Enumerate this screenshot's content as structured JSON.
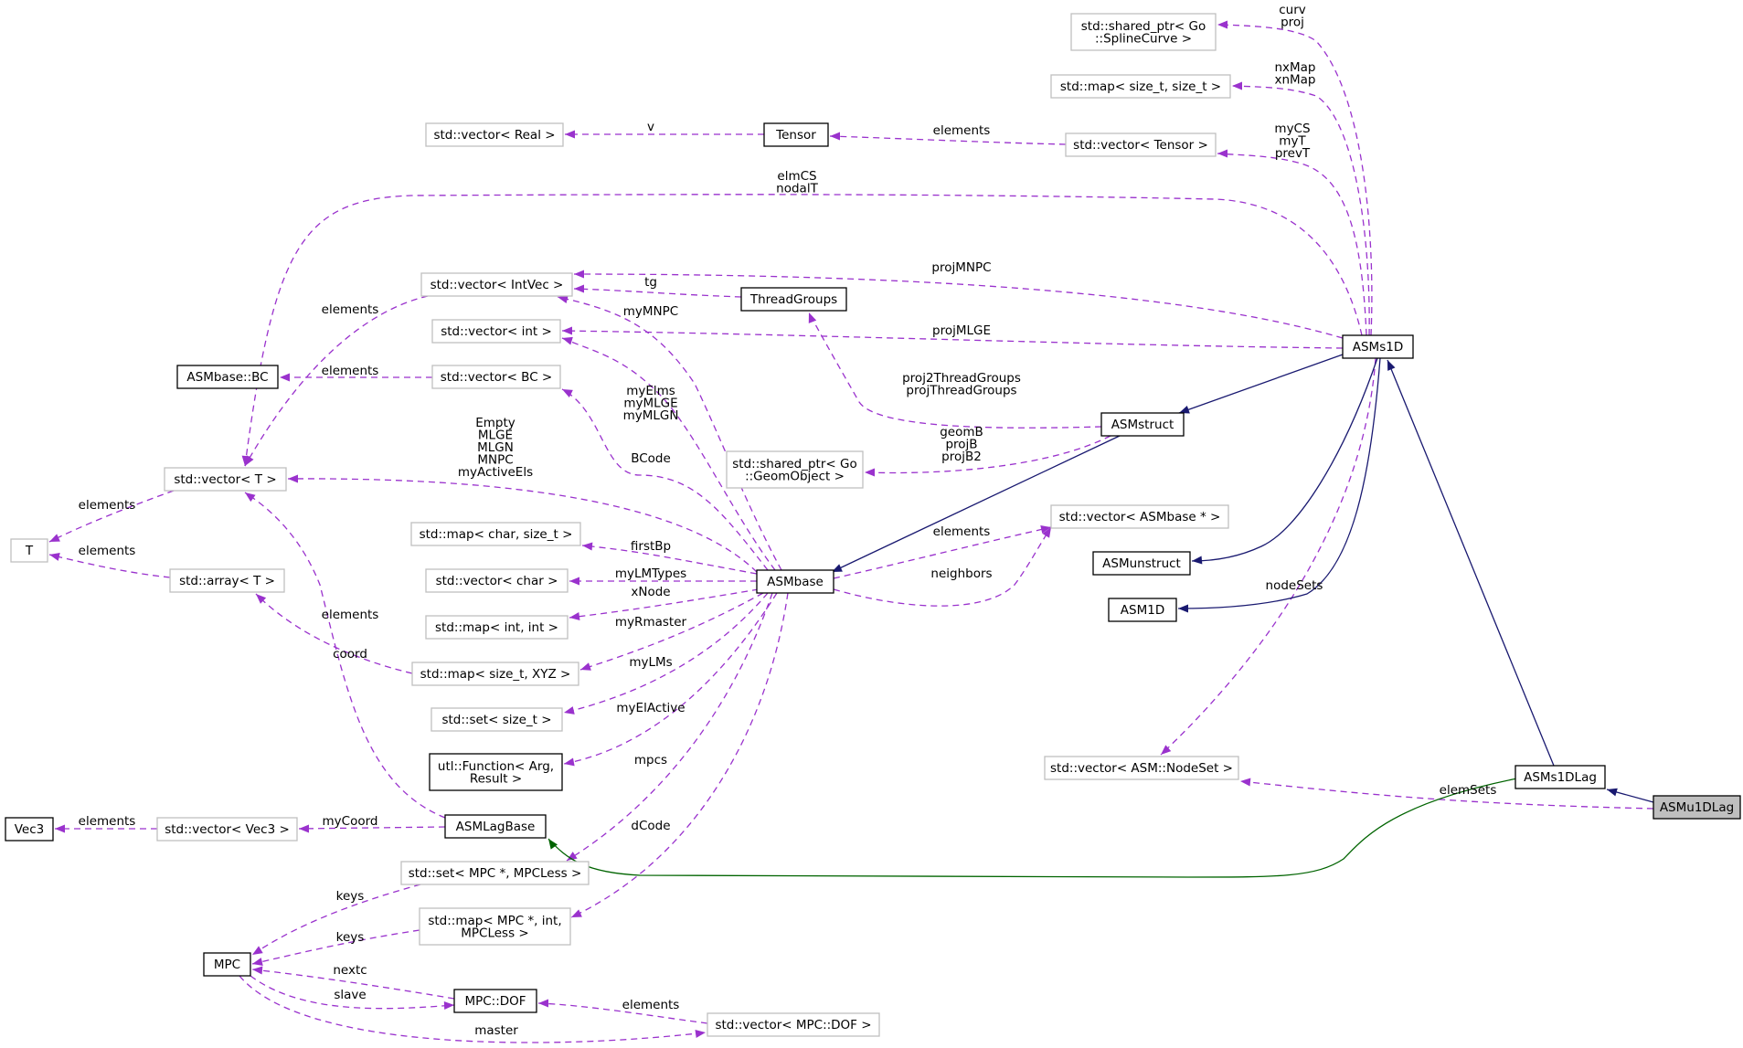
{
  "colors": {
    "usage": "#9a32cd",
    "inheritance": "#191970",
    "protected_inheritance": "#006400",
    "focus_fill": "#bfbfbf",
    "external_border": "#bfbfbf"
  },
  "nodes": {
    "shared_ptr_spline": [
      "std::shared_ptr< Go",
      "::SplineCurve >"
    ],
    "map_size_t_size_t": [
      "std::map< size_t, size_t >"
    ],
    "vector_real": [
      "std::vector< Real >"
    ],
    "tensor": [
      "Tensor"
    ],
    "vector_tensor": [
      "std::vector< Tensor >"
    ],
    "vector_intvec": [
      "std::vector< IntVec >"
    ],
    "threadgroups": [
      "ThreadGroups"
    ],
    "vector_int": [
      "std::vector< int >"
    ],
    "asms1d": [
      "ASMs1D"
    ],
    "asmbase_bc": [
      "ASMbase::BC"
    ],
    "vector_bc": [
      "std::vector< BC >"
    ],
    "asmstruct": [
      "ASMstruct"
    ],
    "shared_ptr_geom": [
      "std::shared_ptr< Go",
      "::GeomObject >"
    ],
    "vector_t": [
      "std::vector< T >"
    ],
    "vector_asmbase_ptr": [
      "std::vector< ASMbase * >"
    ],
    "t": [
      "T"
    ],
    "map_char_size_t": [
      "std::map< char, size_t >"
    ],
    "array_t": [
      "std::array< T >"
    ],
    "vector_char": [
      "std::vector< char >"
    ],
    "asmbase": [
      "ASMbase"
    ],
    "asmunstruct": [
      "ASMunstruct"
    ],
    "map_int_int": [
      "std::map< int, int >"
    ],
    "asm1d": [
      "ASM1D"
    ],
    "map_size_t_xyz": [
      "std::map< size_t, XYZ >"
    ],
    "set_size_t": [
      "std::set< size_t >"
    ],
    "utl_function": [
      "utl::Function< Arg,",
      "Result >"
    ],
    "vector_nodeset": [
      "std::vector< ASM::NodeSet >"
    ],
    "asms1dlag": [
      "ASMs1DLag"
    ],
    "asmu1dlag": [
      "ASMu1DLag"
    ],
    "vec3": [
      "Vec3"
    ],
    "vector_vec3": [
      "std::vector< Vec3 >"
    ],
    "asmlagbase": [
      "ASMLagBase"
    ],
    "set_mpc": [
      "std::set< MPC *, MPCLess >"
    ],
    "map_mpc": [
      "std::map< MPC *, int,",
      "MPCLess >"
    ],
    "mpc": [
      "MPC"
    ],
    "mpc_dof": [
      "MPC::DOF"
    ],
    "vector_mpc_dof": [
      "std::vector< MPC::DOF >"
    ]
  },
  "labels": {
    "curv_proj": [
      "curv",
      "proj"
    ],
    "nxmap_xnmap": [
      "nxMap",
      "xnMap"
    ],
    "mycs_myt_prevt": [
      "myCS",
      "myT",
      "prevT"
    ],
    "v": [
      "v"
    ],
    "elements_tensor": [
      "elements"
    ],
    "elmcs_nodalt": [
      "elmCS",
      "nodalT"
    ],
    "projmnpc": [
      "projMNPC"
    ],
    "tg": [
      "tg"
    ],
    "elements_intvec": [
      "elements"
    ],
    "mymnpc": [
      "myMNPC"
    ],
    "projmlge": [
      "projMLGE"
    ],
    "elements_bc": [
      "elements"
    ],
    "proj2threadgroups": [
      "proj2ThreadGroups",
      "projThreadGroups"
    ],
    "myelms": [
      "myElms",
      "myMLGE",
      "myMLGN"
    ],
    "empty_group": [
      "Empty",
      "MLGE",
      "MLGN",
      "MNPC",
      "myActiveEls"
    ],
    "bcode": [
      "BCode"
    ],
    "geomb": [
      "geomB",
      "projB",
      "projB2"
    ],
    "elements_vector_t": [
      "elements"
    ],
    "elements_array_t": [
      "elements"
    ],
    "elements_asmbase": [
      "elements"
    ],
    "firstbp": [
      "firstBp"
    ],
    "mylmtypes": [
      "myLMTypes"
    ],
    "neighbors": [
      "neighbors"
    ],
    "xnode": [
      "xNode"
    ],
    "myrmaster": [
      "myRmaster"
    ],
    "elements_xyz": [
      "elements"
    ],
    "coord": [
      "coord"
    ],
    "mylms": [
      "myLMs"
    ],
    "myelactive": [
      "myElActive"
    ],
    "nodesets": [
      "nodeSets"
    ],
    "elemsets": [
      "elemSets"
    ],
    "elements_vec3": [
      "elements"
    ],
    "mycoord": [
      "myCoord"
    ],
    "mpcs": [
      "mpcs"
    ],
    "dcode": [
      "dCode"
    ],
    "keys_set": [
      "keys"
    ],
    "keys_map": [
      "keys"
    ],
    "nextc": [
      "nextc"
    ],
    "slave": [
      "slave"
    ],
    "elements_dof": [
      "elements"
    ],
    "master": [
      "master"
    ]
  }
}
